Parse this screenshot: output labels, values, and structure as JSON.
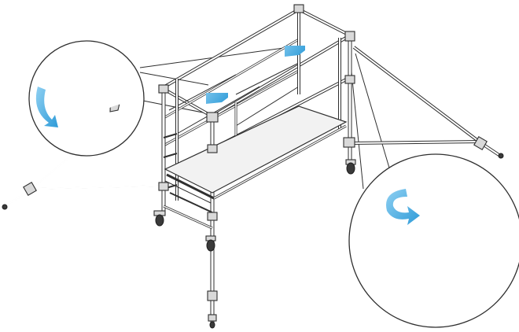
{
  "figure": {
    "background": "#ffffff",
    "line_color": "#2f2f2f",
    "arrow_color": "#3aa8e0",
    "arrow_color_light": "#8fd0f2",
    "metal_grey": "#d9d9d9",
    "handle_grey": "#8a8a8a"
  },
  "icons": [
    "scaffold-tower-illustration",
    "left-stabiliser-outrigger-icon",
    "right-stabiliser-outrigger-icon",
    "castor-wheel-icon",
    "clamp-detail-zoom-left",
    "clamp-detail-zoom-right",
    "rotate-arrow-icon"
  ]
}
